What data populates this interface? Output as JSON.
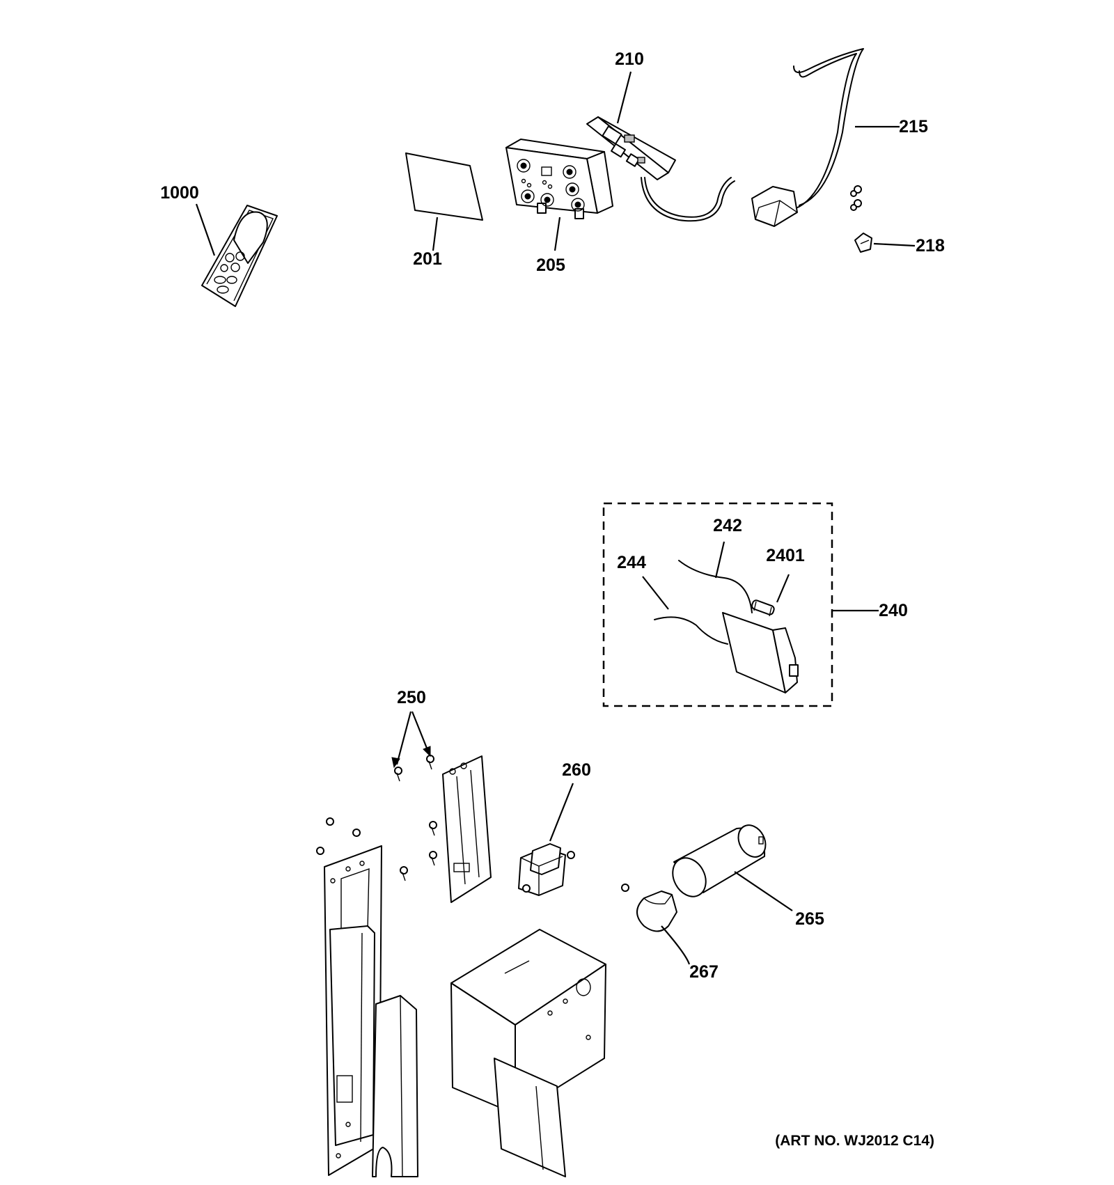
{
  "callouts": {
    "c1000": "1000",
    "c201": "201",
    "c205": "205",
    "c210": "210",
    "c215": "215",
    "c218": "218",
    "c240": "240",
    "c242": "242",
    "c244": "244",
    "c2401": "2401",
    "c250": "250",
    "c260": "260",
    "c265": "265",
    "c267": "267"
  },
  "art_number": "(ART NO. WJ2012 C14)"
}
